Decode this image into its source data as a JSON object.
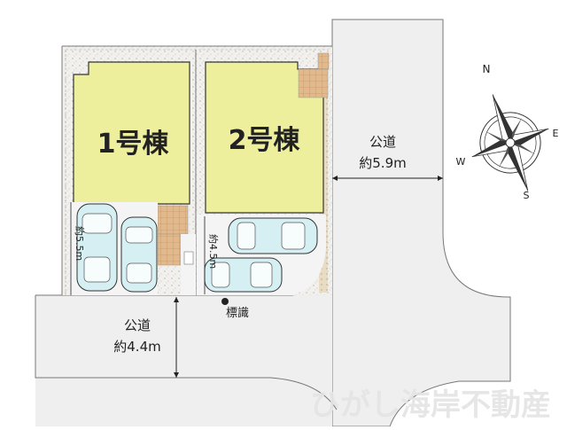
{
  "buildings": {
    "unit1": "1号棟",
    "unit2": "2号棟"
  },
  "roads": {
    "east": {
      "label": "公道",
      "width": "約5.9m"
    },
    "south": {
      "label": "公道",
      "width": "約4.4m"
    }
  },
  "parking_dimensions": {
    "unit1": "約5.5m",
    "unit2": "約4.5m"
  },
  "marker": {
    "label": "標識"
  },
  "compass": {
    "north": "N",
    "east": "E",
    "south": "S",
    "west": "W"
  },
  "watermark": "ひがし海岸不動産",
  "colors": {
    "building": "#eeef9c",
    "road": "#efefef",
    "gravel": "#f1f0ec",
    "parking": "#f4f4f4",
    "tile": "#e1b98c",
    "car": "#d6eff3"
  }
}
